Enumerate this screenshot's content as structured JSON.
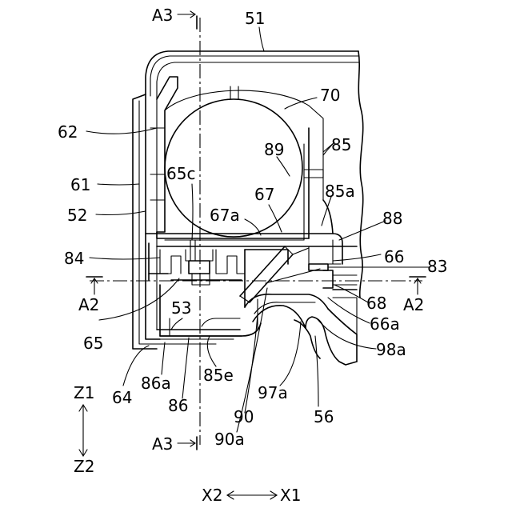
{
  "labels": {
    "l51": "51",
    "l70": "70",
    "l62": "62",
    "l85": "85",
    "l89": "89",
    "l61": "61",
    "l65c": "65c",
    "l67": "67",
    "l85a": "85a",
    "l52": "52",
    "l67a": "67a",
    "l88": "88",
    "l84": "84",
    "l66": "66",
    "l83": "83",
    "l65": "65",
    "l53": "53",
    "l68": "68",
    "l66a": "66a",
    "l98a": "98a",
    "l86a": "86a",
    "l85e": "85e",
    "l64": "64",
    "l97a": "97a",
    "l86": "86",
    "l90": "90",
    "l56": "56",
    "l90a": "90a"
  },
  "section_marks": {
    "a3_top": "A3",
    "a3_bottom": "A3",
    "a2_left": "A2",
    "a2_right": "A2"
  },
  "axes": {
    "z1": "Z1",
    "z2": "Z2",
    "x2": "X2",
    "x1": "X1"
  }
}
